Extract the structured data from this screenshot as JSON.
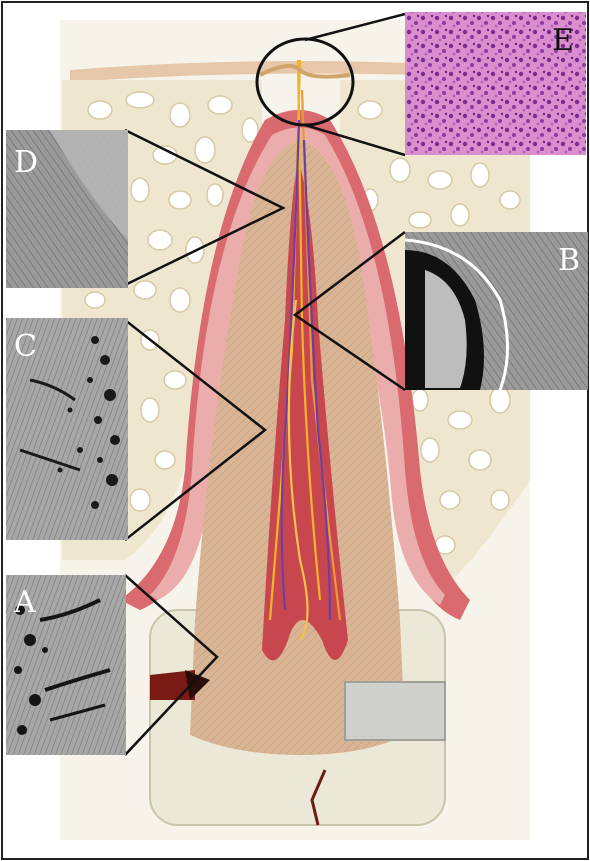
{
  "figure": {
    "panels": [
      {
        "id": "A",
        "label": "A"
      },
      {
        "id": "B",
        "label": "B"
      },
      {
        "id": "C",
        "label": "C"
      },
      {
        "id": "D",
        "label": "D"
      },
      {
        "id": "E",
        "label": "E"
      }
    ]
  }
}
